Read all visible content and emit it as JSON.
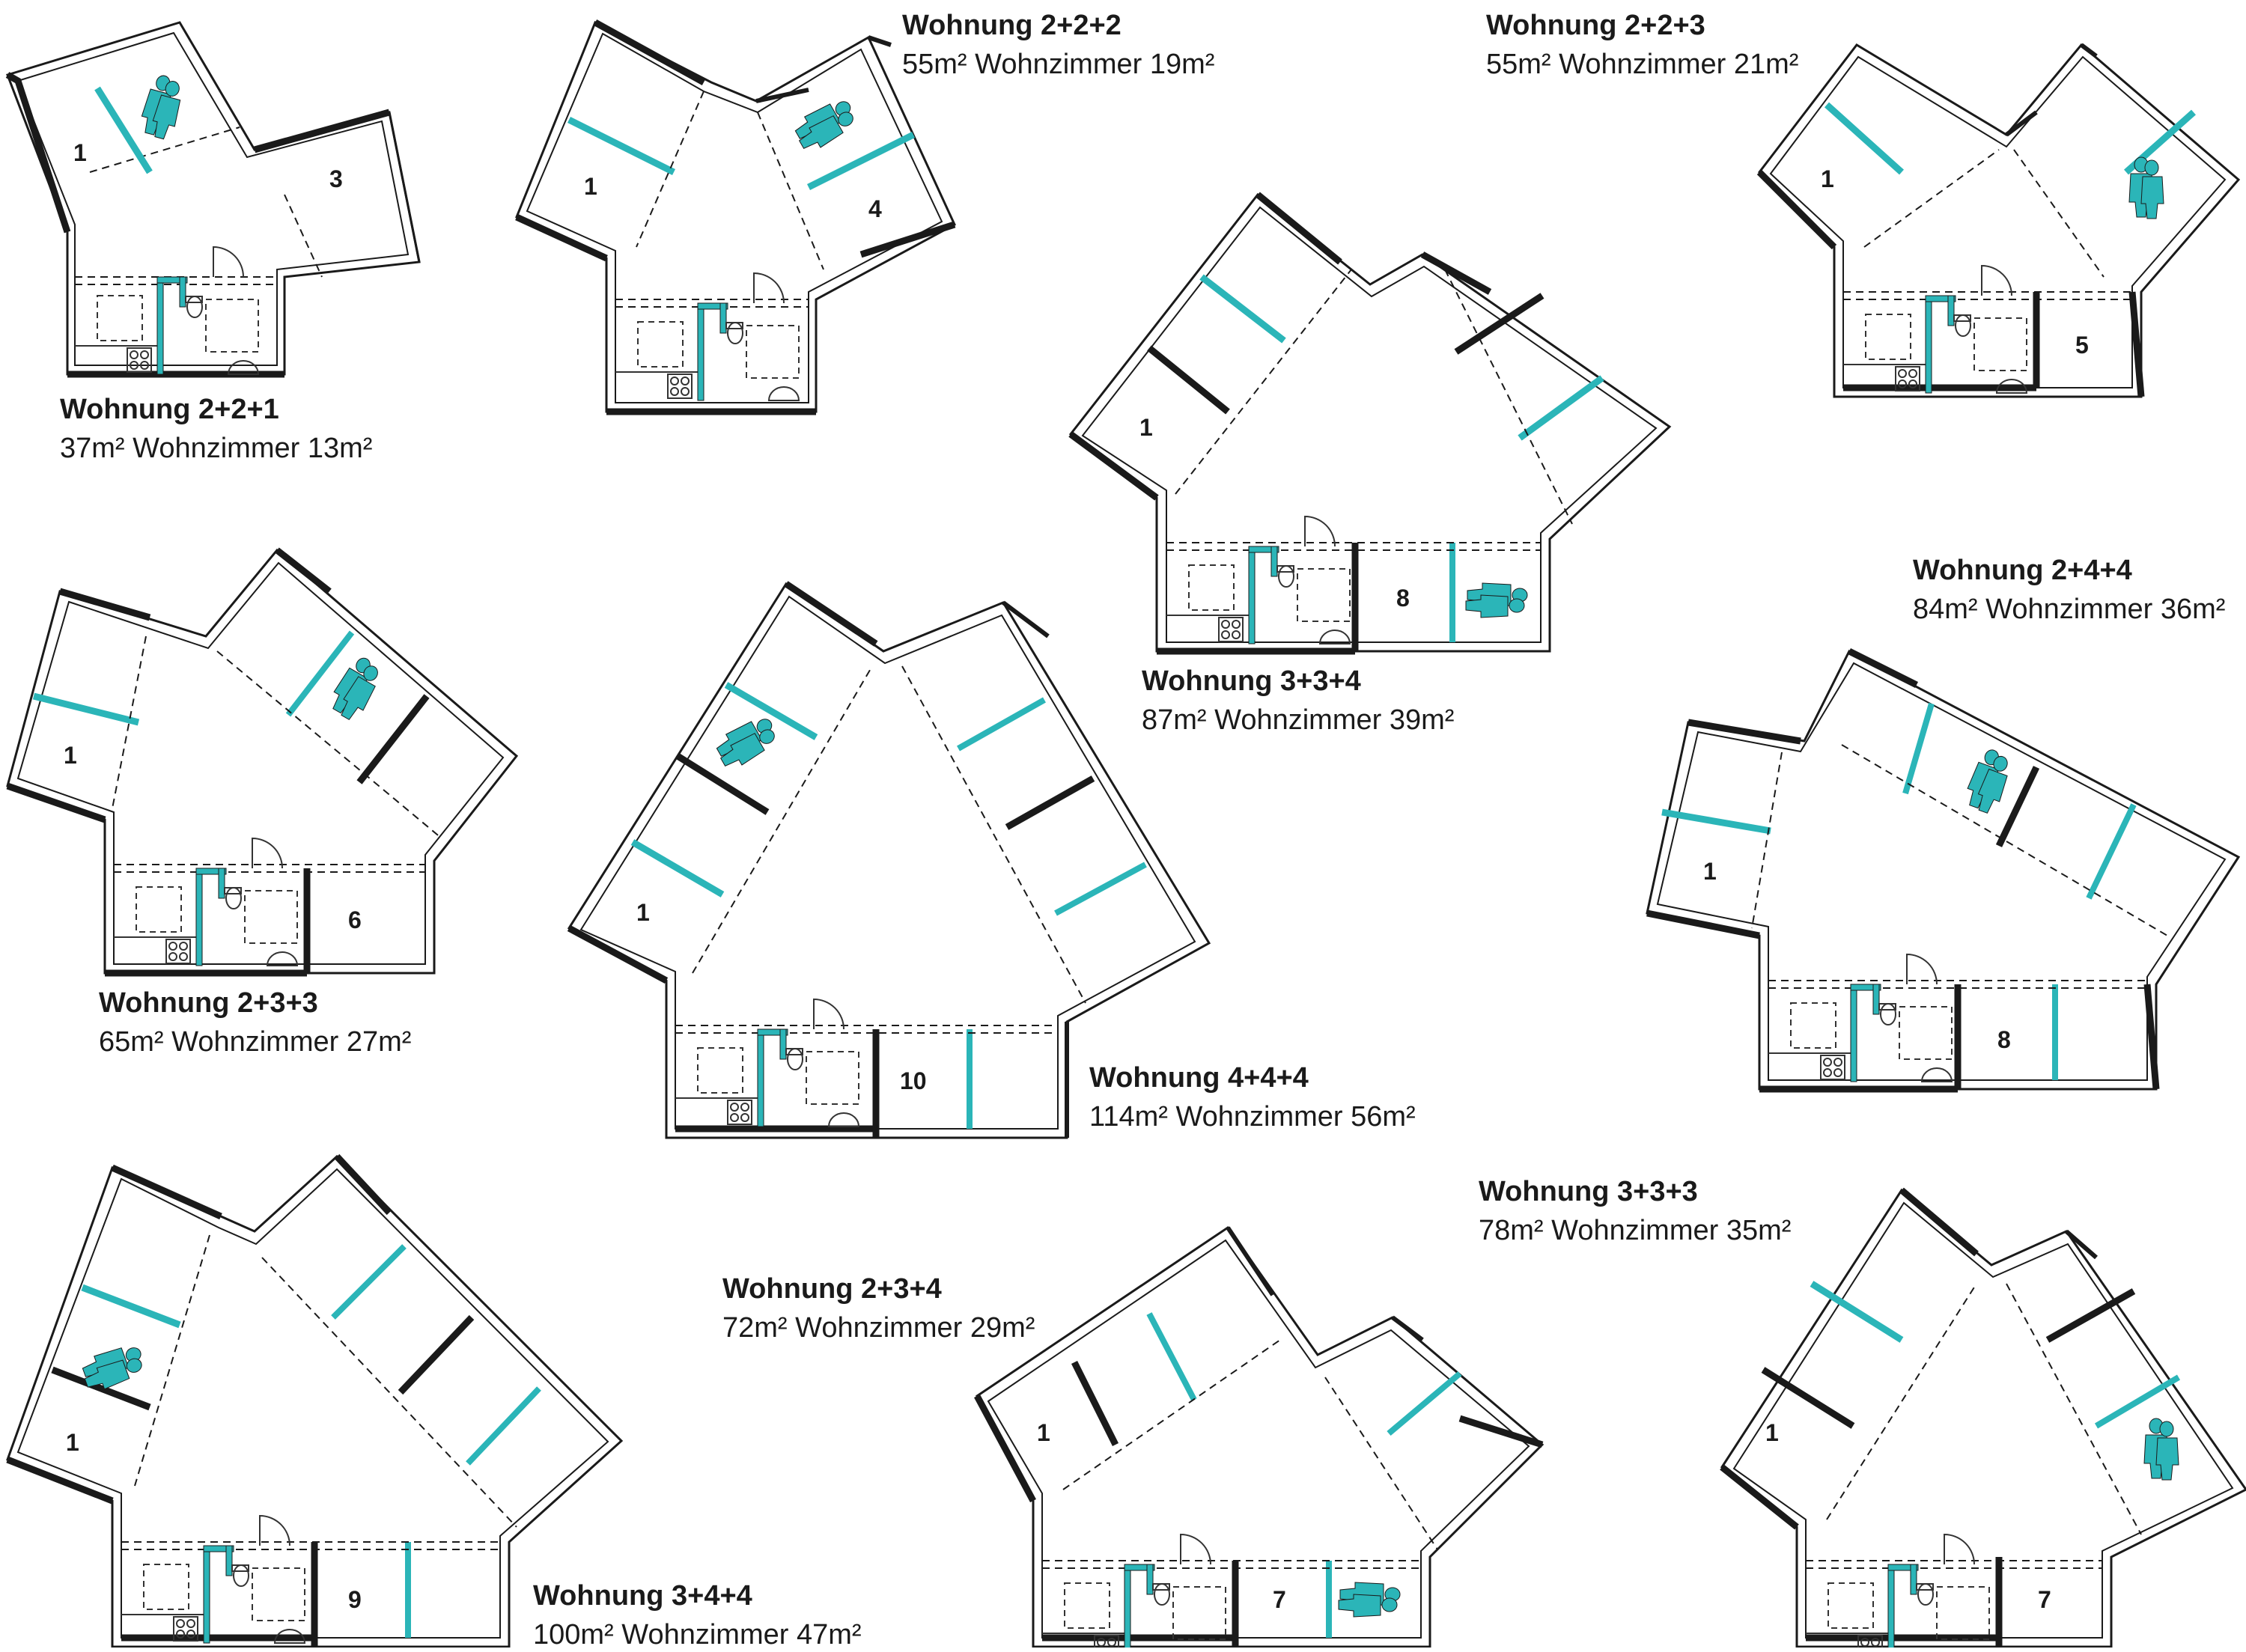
{
  "units": [
    {
      "title": "Wohnung 2+2+1",
      "area": "37m²",
      "living": "Wohnzimmer 13m²",
      "rooms": [
        "1",
        "3"
      ]
    },
    {
      "title": "Wohnung 2+2+2",
      "area": "55m²",
      "living": "Wohnzimmer 19m²",
      "rooms": [
        "1",
        "4"
      ]
    },
    {
      "title": "Wohnung 2+2+3",
      "area": "55m²",
      "living": "Wohnzimmer 21m²",
      "rooms": [
        "1",
        "5"
      ]
    },
    {
      "title": "Wohnung 3+3+4",
      "area": "87m²",
      "living": "Wohnzimmer 39m²",
      "rooms": [
        "1",
        "8"
      ]
    },
    {
      "title": "Wohnung 2+4+4",
      "area": "84m²",
      "living": "Wohnzimmer 36m²",
      "rooms": [
        "1",
        "8"
      ]
    },
    {
      "title": "Wohnung 2+3+3",
      "area": "65m²",
      "living": "Wohnzimmer 27m²",
      "rooms": [
        "1",
        "6"
      ]
    },
    {
      "title": "Wohnung 4+4+4",
      "area": "114m²",
      "living": "Wohnzimmer 56m²",
      "rooms": [
        "1",
        "10"
      ]
    },
    {
      "title": "Wohnung 3+3+3",
      "area": "78m²",
      "living": "Wohnzimmer 35m²",
      "rooms": [
        "1",
        "7"
      ]
    },
    {
      "title": "Wohnung 2+3+4",
      "area": "72m²",
      "living": "Wohnzimmer 29m²",
      "rooms": [
        "1",
        "7"
      ]
    },
    {
      "title": "Wohnung 3+4+4",
      "area": "100m²",
      "living": "Wohnzimmer 47m²",
      "rooms": [
        "1",
        "9"
      ]
    }
  ],
  "colors": {
    "wall": "#1a1a1a",
    "accent": "#2bb5b8",
    "line": "#333333"
  },
  "icons": [
    "person-pair-icon",
    "door-icon",
    "toilet-icon",
    "stove-icon",
    "table-icon"
  ]
}
